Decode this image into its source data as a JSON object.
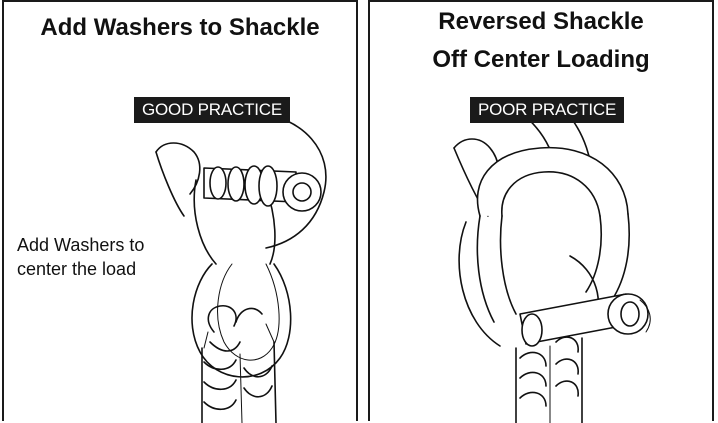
{
  "left_panel": {
    "title": "Add Washers to Shackle",
    "badge": "GOOD PRACTICE",
    "note_line1": "Add Washers to",
    "note_line2": "center the load"
  },
  "right_panel": {
    "title_line1": "Reversed Shackle",
    "title_line2": "Off Center Loading",
    "badge": "POOR PRACTICE"
  }
}
